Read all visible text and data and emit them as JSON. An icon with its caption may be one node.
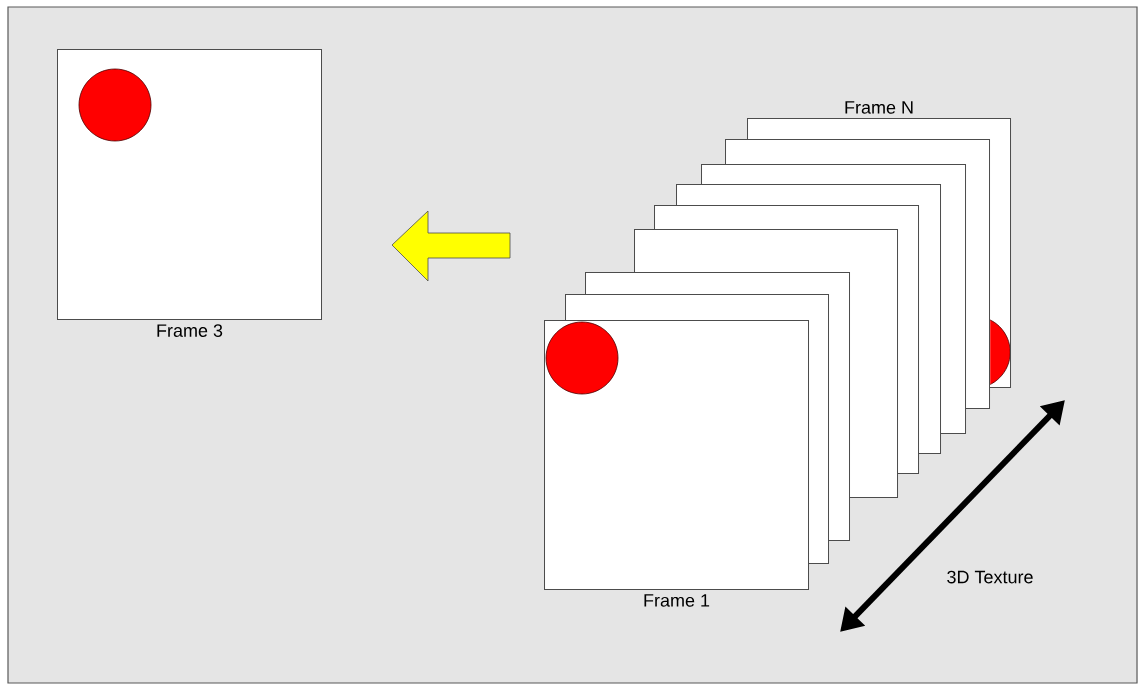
{
  "diagram": {
    "nodes": [
      {
        "text": [
          "Frame 3"
        ]
      },
      {
        "text": [
          "Frame N"
        ]
      },
      {
        "text": [],
        "shape": "box"
      },
      {
        "text": [],
        "shape": "box"
      },
      {
        "text": [],
        "shape": "box"
      },
      {
        "text": [],
        "shape": "box"
      },
      {
        "text": [],
        "shape": "box"
      },
      {
        "text": [],
        "shape": "box"
      },
      {
        "text": [],
        "shape": "box"
      },
      {
        "text": [
          "Frame 1"
        ]
      },
      {
        "text": [],
        "shape": "circle",
        "in": 0
      },
      {
        "text": [],
        "shape": "circle",
        "in": 1
      },
      {
        "text": [],
        "shape": "circle",
        "in": 9
      }
    ],
    "edges": [
      {
        "from": 9,
        "to": 0,
        "arrow": "to",
        "color": "#ffff00"
      }
    ],
    "labels": [
      "3D Texture"
    ]
  }
}
